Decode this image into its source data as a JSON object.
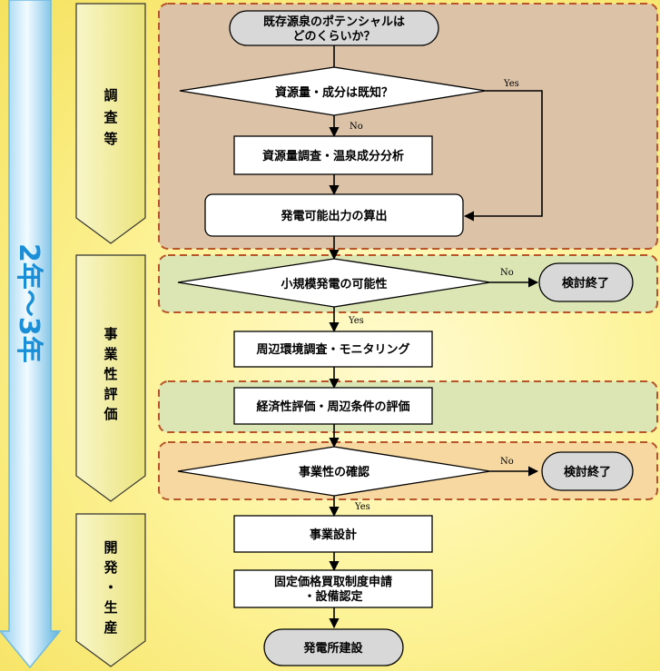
{
  "duration_label": "2年〜3年",
  "phases": [
    {
      "label": "調査等",
      "chars": [
        "調",
        "査",
        "等"
      ]
    },
    {
      "label": "事業性評価",
      "chars": [
        "事",
        "業",
        "性",
        "評",
        "価"
      ]
    },
    {
      "label": "開発・生産",
      "chars": [
        "開",
        "発",
        "・",
        "生",
        "産"
      ]
    }
  ],
  "nodes": {
    "start": {
      "lines": [
        "既存源泉のポテンシャルは",
        "どのくらいか？"
      ]
    },
    "decision_known": {
      "lines": [
        "資源量・成分は既知？"
      ]
    },
    "survey": {
      "lines": [
        "資源量調査・温泉成分分析"
      ]
    },
    "calc_output": {
      "lines": [
        "発電可能出力の算出"
      ]
    },
    "decision_small": {
      "lines": [
        "小規模発電の可能性"
      ]
    },
    "end_review_1": {
      "lines": [
        "検討終了"
      ]
    },
    "env_survey": {
      "lines": [
        "周辺環境調査・モニタリング"
      ]
    },
    "economic_eval": {
      "lines": [
        "経済性評価・周辺条件の評価"
      ]
    },
    "decision_business": {
      "lines": [
        "事業性の確認"
      ]
    },
    "end_review_2": {
      "lines": [
        "検討終了"
      ]
    },
    "design": {
      "lines": [
        "事業設計"
      ]
    },
    "application": {
      "lines": [
        "固定価格買取制度申請",
        "・設備認定"
      ]
    },
    "construction": {
      "lines": [
        "発電所建設"
      ]
    }
  },
  "edge_labels": {
    "known_yes": "Yes",
    "known_no": "No",
    "small_no": "No",
    "small_yes": "Yes",
    "business_no": "No",
    "business_yes": "Yes"
  },
  "colors": {
    "arrow_light": "#e6f4fb",
    "arrow_dark": "#4aa8dc",
    "duration_text": "#1a8fd8",
    "chevron_fill": "#f4f0a0",
    "region_survey": "#dcc3a7",
    "region_green": "#dbe6b4",
    "region_orange": "#f7d8a0",
    "region_border": "#b8532a",
    "terminal_fill": "#d8d8d8"
  }
}
